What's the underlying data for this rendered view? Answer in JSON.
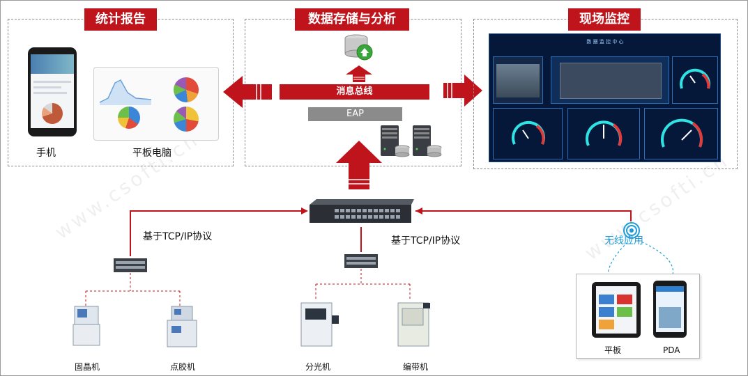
{
  "sections": {
    "report": {
      "title": "统计报告",
      "phone_label": "手机",
      "tablet_label": "平板电脑"
    },
    "storage": {
      "title": "数据存储与分析",
      "bus_label": "消息总线",
      "eap_label": "EAP"
    },
    "monitor": {
      "title": "现场监控",
      "screen_title": "数 据 监 控 中 心"
    }
  },
  "network": {
    "protocol_left": "基于TCP/IP协议",
    "protocol_right": "基于TCP/IP协议",
    "wireless_label": "无线应用"
  },
  "machines": [
    "固晶机",
    "点胶机",
    "分光机",
    "编带机"
  ],
  "mobile": {
    "tablet_label": "平板",
    "pda_label": "PDA"
  },
  "watermark": "www.csofti.cn",
  "colors": {
    "accent_red": "#c0141c",
    "bar_gray": "#8b8b8b",
    "wireless_blue": "#1e9bd7",
    "line_red": "#c0141c"
  }
}
